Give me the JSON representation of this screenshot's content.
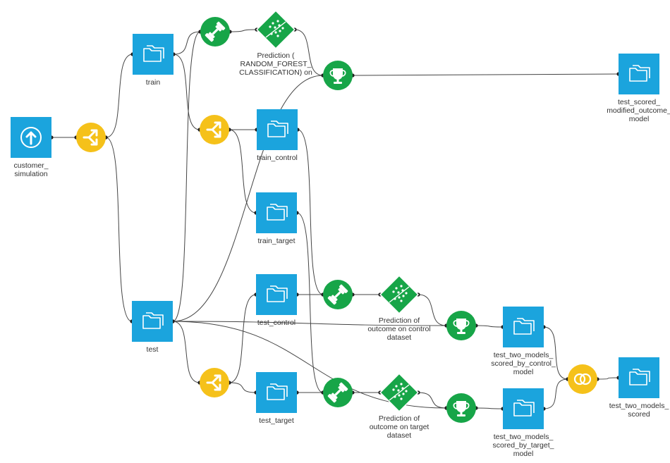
{
  "colors": {
    "dataset": "#1ba4dd",
    "recipe": "#f5c11a",
    "model": "#17a548",
    "edge": "#444444",
    "text": "#333333",
    "background": "#ffffff"
  },
  "nodes": [
    {
      "id": "customer_simulation",
      "kind": "dataset",
      "icon": "upload-icon",
      "label": [
        "customer_",
        "simulation"
      ]
    },
    {
      "id": "split_main",
      "kind": "recipe",
      "icon": "split-icon",
      "label": []
    },
    {
      "id": "train",
      "kind": "dataset",
      "icon": "folder-icon",
      "label": [
        "train"
      ]
    },
    {
      "id": "test",
      "kind": "dataset",
      "icon": "folder-icon",
      "label": [
        "test"
      ]
    },
    {
      "id": "train_model_rf",
      "kind": "model",
      "icon": "dumbbell-icon",
      "label": []
    },
    {
      "id": "prediction_rf",
      "kind": "saved-model",
      "icon": "prediction-model-icon",
      "label": [
        "Prediction (",
        "RANDOM_FOREST_",
        "CLASSIFICATION) on"
      ]
    },
    {
      "id": "score_rf",
      "kind": "model",
      "icon": "trophy-icon",
      "label": []
    },
    {
      "id": "test_scored_modified",
      "kind": "dataset",
      "icon": "folder-icon",
      "label": [
        "test_scored_",
        "modified_outcome_",
        "model"
      ]
    },
    {
      "id": "split_train",
      "kind": "recipe",
      "icon": "split-icon",
      "label": []
    },
    {
      "id": "train_control",
      "kind": "dataset",
      "icon": "folder-icon",
      "label": [
        "train_control"
      ]
    },
    {
      "id": "train_target",
      "kind": "dataset",
      "icon": "folder-icon",
      "label": [
        "train_target"
      ]
    },
    {
      "id": "split_test",
      "kind": "recipe",
      "icon": "split-icon",
      "label": []
    },
    {
      "id": "test_control",
      "kind": "dataset",
      "icon": "folder-icon",
      "label": [
        "test_control"
      ]
    },
    {
      "id": "test_target",
      "kind": "dataset",
      "icon": "folder-icon",
      "label": [
        "test_target"
      ]
    },
    {
      "id": "train_model_control",
      "kind": "model",
      "icon": "dumbbell-icon",
      "label": []
    },
    {
      "id": "train_model_target",
      "kind": "model",
      "icon": "dumbbell-icon",
      "label": []
    },
    {
      "id": "prediction_control",
      "kind": "saved-model",
      "icon": "prediction-model-icon",
      "label": [
        "Prediction of",
        "outcome on control",
        "dataset"
      ]
    },
    {
      "id": "prediction_target",
      "kind": "saved-model",
      "icon": "prediction-model-icon",
      "label": [
        "Prediction of",
        "outcome on target",
        "dataset"
      ]
    },
    {
      "id": "score_control",
      "kind": "model",
      "icon": "trophy-icon",
      "label": []
    },
    {
      "id": "score_target",
      "kind": "model",
      "icon": "trophy-icon",
      "label": []
    },
    {
      "id": "test_two_models_control",
      "kind": "dataset",
      "icon": "folder-icon",
      "label": [
        "test_two_models_",
        "scored_by_control_",
        "model"
      ]
    },
    {
      "id": "test_two_models_target",
      "kind": "dataset",
      "icon": "folder-icon",
      "label": [
        "test_two_models_",
        "scored_by_target_",
        "model"
      ]
    },
    {
      "id": "join_recipe",
      "kind": "recipe",
      "icon": "join-icon",
      "label": []
    },
    {
      "id": "test_two_models_scored",
      "kind": "dataset",
      "icon": "folder-icon",
      "label": [
        "test_two_models_",
        "scored"
      ]
    }
  ],
  "edges": [
    [
      "customer_simulation",
      "split_main"
    ],
    [
      "split_main",
      "train"
    ],
    [
      "split_main",
      "test"
    ],
    [
      "train",
      "train_model_rf"
    ],
    [
      "train_model_rf",
      "prediction_rf"
    ],
    [
      "prediction_rf",
      "score_rf"
    ],
    [
      "test",
      "score_rf"
    ],
    [
      "score_rf",
      "test_scored_modified"
    ],
    [
      "train",
      "split_train"
    ],
    [
      "test",
      "train_model_rf"
    ],
    [
      "split_train",
      "train_control"
    ],
    [
      "split_train",
      "train_target"
    ],
    [
      "test",
      "split_test"
    ],
    [
      "split_test",
      "test_control"
    ],
    [
      "split_test",
      "test_target"
    ],
    [
      "train_control",
      "train_model_control"
    ],
    [
      "test_control",
      "train_model_control"
    ],
    [
      "train_target",
      "train_model_target"
    ],
    [
      "test_target",
      "train_model_target"
    ],
    [
      "train_model_control",
      "prediction_control"
    ],
    [
      "train_model_target",
      "prediction_target"
    ],
    [
      "prediction_control",
      "score_control"
    ],
    [
      "test",
      "score_control"
    ],
    [
      "prediction_target",
      "score_target"
    ],
    [
      "test",
      "score_target"
    ],
    [
      "score_control",
      "test_two_models_control"
    ],
    [
      "score_target",
      "test_two_models_target"
    ],
    [
      "test_two_models_control",
      "join_recipe"
    ],
    [
      "test_two_models_target",
      "join_recipe"
    ],
    [
      "join_recipe",
      "test_two_models_scored"
    ]
  ]
}
